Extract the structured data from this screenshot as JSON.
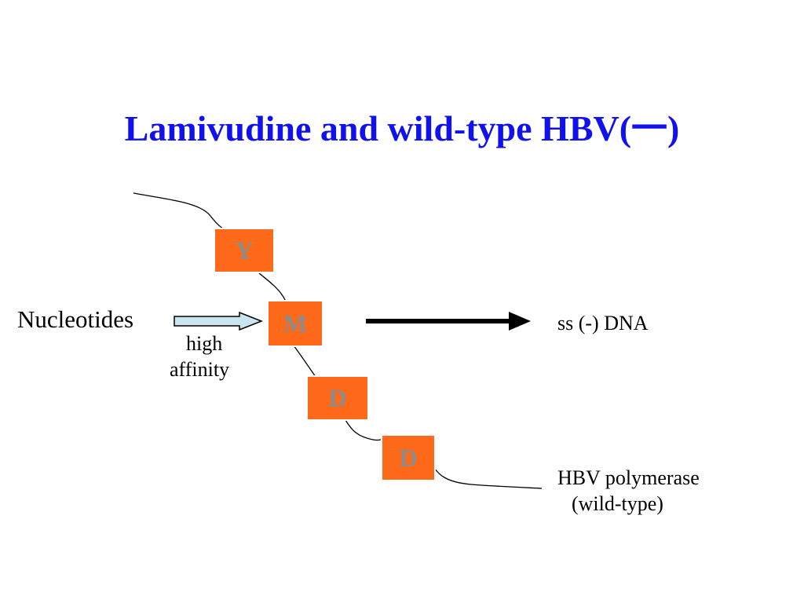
{
  "title": "Lamivudine and wild-type HBV(一)",
  "residues": [
    "Y",
    "M",
    "D",
    "D"
  ],
  "labels": {
    "nucleotides": "Nucleotides",
    "affinity_line1": "high",
    "affinity_line2": "affinity",
    "product": "ss (-) DNA",
    "polymerase_line1": "HBV polymerase",
    "polymerase_line2": "(wild-type)"
  },
  "colors": {
    "title": "#1111EE",
    "residue_fill": "#FF6A1A",
    "residue_text": "#8C8C8C",
    "input_arrow_fill": "#C9E6EE",
    "output_arrow": "#000000"
  }
}
